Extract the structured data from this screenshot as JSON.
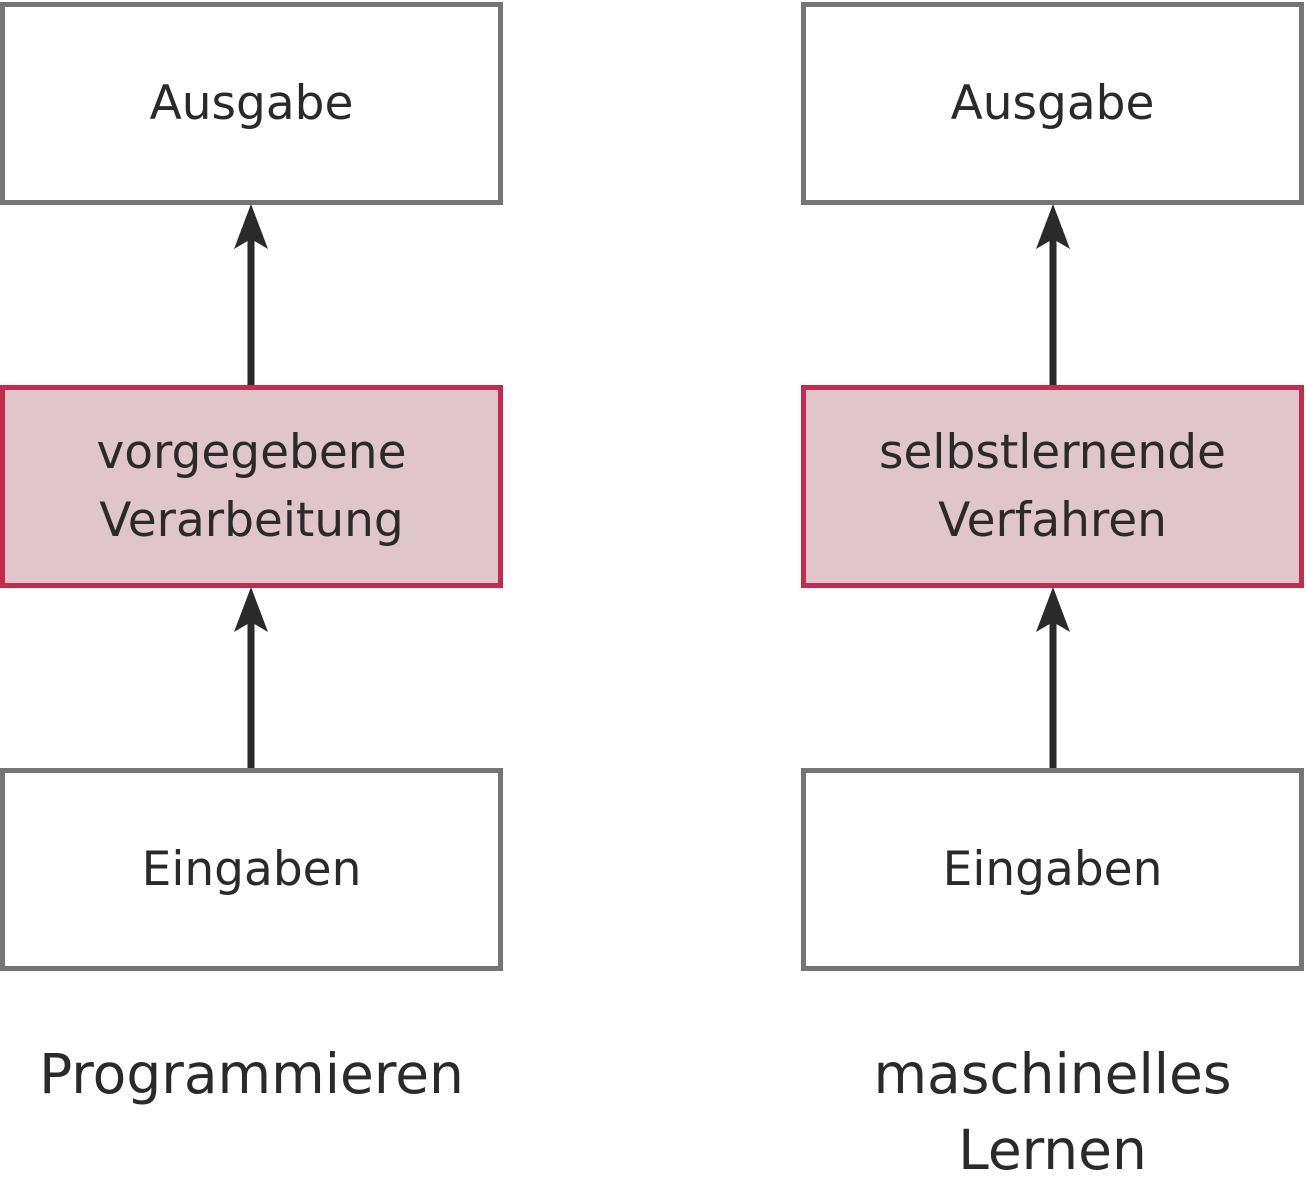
{
  "left_column": {
    "output_label": "Ausgabe",
    "process_label": "vorgegebene\nVerarbeitung",
    "input_label": "Eingaben",
    "caption": "Programmieren"
  },
  "right_column": {
    "output_label": "Ausgabe",
    "process_label": "selbstlernende\nVerfahren",
    "input_label": "Eingaben",
    "caption": "maschinelles\nLernen"
  },
  "colors": {
    "box_border": "#757575",
    "process_border": "#c42c4f",
    "process_fill": "#e0c5ca",
    "arrow": "#2a2a2a",
    "text": "#2a2a2a"
  }
}
